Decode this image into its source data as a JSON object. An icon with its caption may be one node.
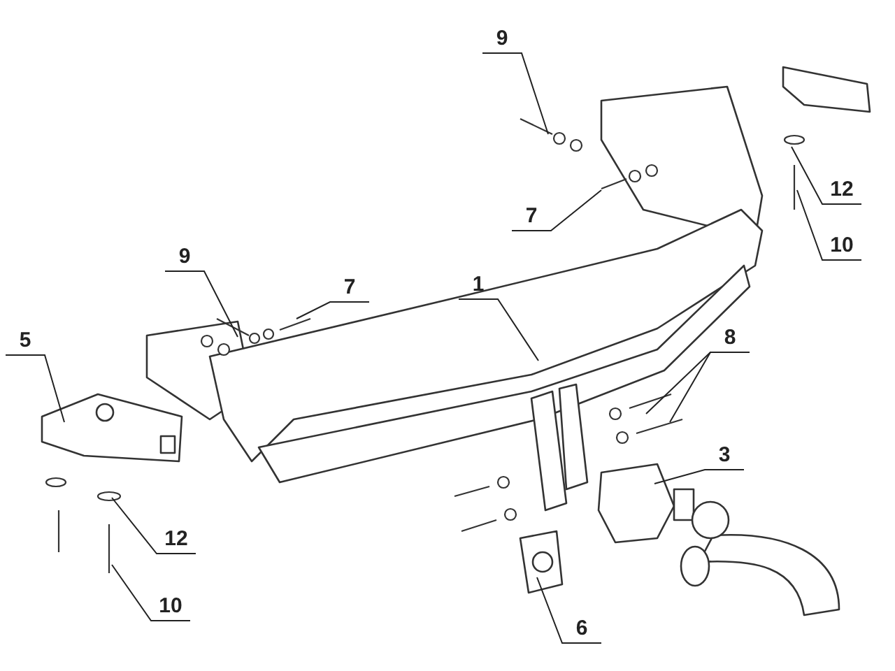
{
  "diagram": {
    "nodes": [
      {
        "text": [
          "9"
        ]
      },
      {
        "text": [
          "7"
        ]
      },
      {
        "text": [
          "12"
        ]
      },
      {
        "text": [
          "10"
        ]
      },
      {
        "text": [
          "9"
        ]
      },
      {
        "text": [
          "7"
        ]
      },
      {
        "text": [
          "5"
        ]
      },
      {
        "text": [
          "1"
        ]
      },
      {
        "text": [
          "8"
        ]
      },
      {
        "text": [
          "3"
        ]
      },
      {
        "text": [
          "12"
        ]
      },
      {
        "text": [
          "10"
        ]
      },
      {
        "text": [
          "6"
        ]
      }
    ],
    "edges": [
      {
        "from": 0,
        "to": null,
        "arrow": "none"
      },
      {
        "from": 1,
        "to": null,
        "arrow": "none"
      },
      {
        "from": 2,
        "to": null,
        "arrow": "none"
      },
      {
        "from": 3,
        "to": null,
        "arrow": "none"
      },
      {
        "from": 4,
        "to": null,
        "arrow": "none"
      },
      {
        "from": 5,
        "to": null,
        "arrow": "none"
      },
      {
        "from": 6,
        "to": null,
        "arrow": "none"
      },
      {
        "from": 7,
        "to": null,
        "arrow": "none"
      },
      {
        "from": 8,
        "to": null,
        "arrow": "none"
      },
      {
        "from": 8,
        "to": null,
        "arrow": "none"
      },
      {
        "from": 9,
        "to": null,
        "arrow": "none"
      },
      {
        "from": 10,
        "to": null,
        "arrow": "none"
      },
      {
        "from": 11,
        "to": null,
        "arrow": "none"
      },
      {
        "from": 12,
        "to": null,
        "arrow": "none"
      }
    ]
  }
}
